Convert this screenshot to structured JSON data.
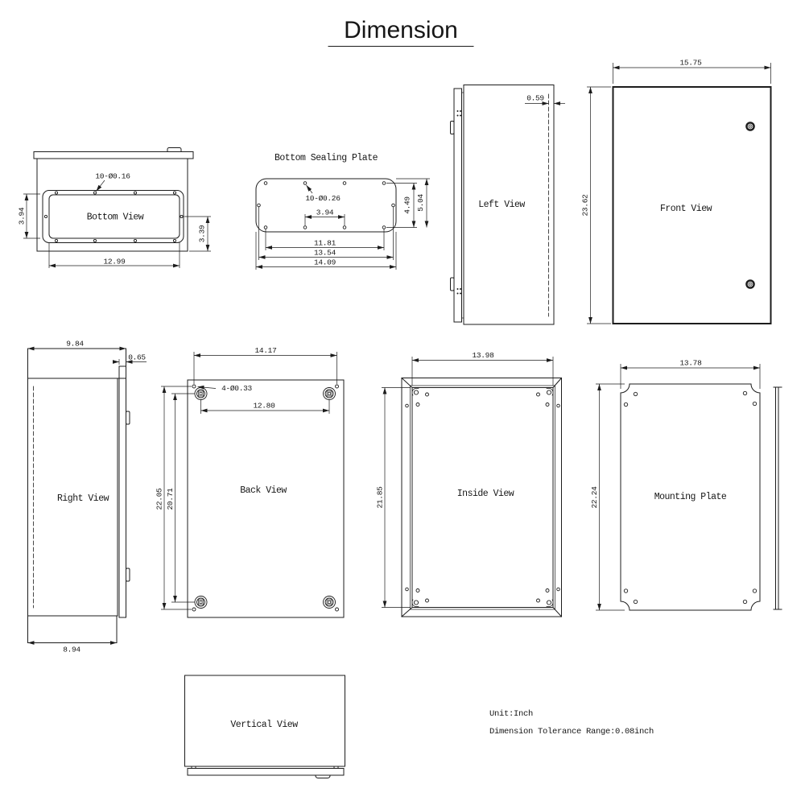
{
  "title": "Dimension",
  "footer": {
    "unit": "Unit:Inch",
    "tolerance": "Dimension Tolerance Range:0.08inch"
  },
  "views": {
    "bottom_view": {
      "label": "Bottom View",
      "hole_callout": "10-Ø0.16",
      "dim_left_height": "3.94",
      "dim_right_height": "3.39",
      "dim_width": "12.99"
    },
    "bottom_sealing_plate": {
      "label": "Bottom Sealing Plate",
      "hole_callout": "10-Ø0.26",
      "dim_center_holes": "3.94",
      "dim_hole_span": "11.81",
      "dim_mid_width": "13.54",
      "dim_full_width": "14.09",
      "dim_hole_height": "4.49",
      "dim_full_height": "5.04"
    },
    "left_view": {
      "label": "Left View",
      "dim_door_offset": "0.59"
    },
    "front_view": {
      "label": "Front View",
      "dim_width": "15.75",
      "dim_height": "23.62"
    },
    "right_view": {
      "label": "Right View",
      "dim_top_width": "9.84",
      "dim_door_edge": "0.65",
      "dim_bottom_width": "8.94"
    },
    "back_view": {
      "label": "Back View",
      "dim_top_width": "14.17",
      "hole_callout": "4-Ø0.33",
      "dim_boss_span": "12.80",
      "dim_outer_height": "22.05",
      "dim_inner_height": "20.71"
    },
    "inside_view": {
      "label": "Inside View",
      "dim_width": "13.98",
      "dim_height": "21.85"
    },
    "mounting_plate": {
      "label": "Mounting Plate",
      "dim_width": "13.78",
      "dim_height": "22.24"
    },
    "vertical_view": {
      "label": "Vertical View"
    }
  }
}
